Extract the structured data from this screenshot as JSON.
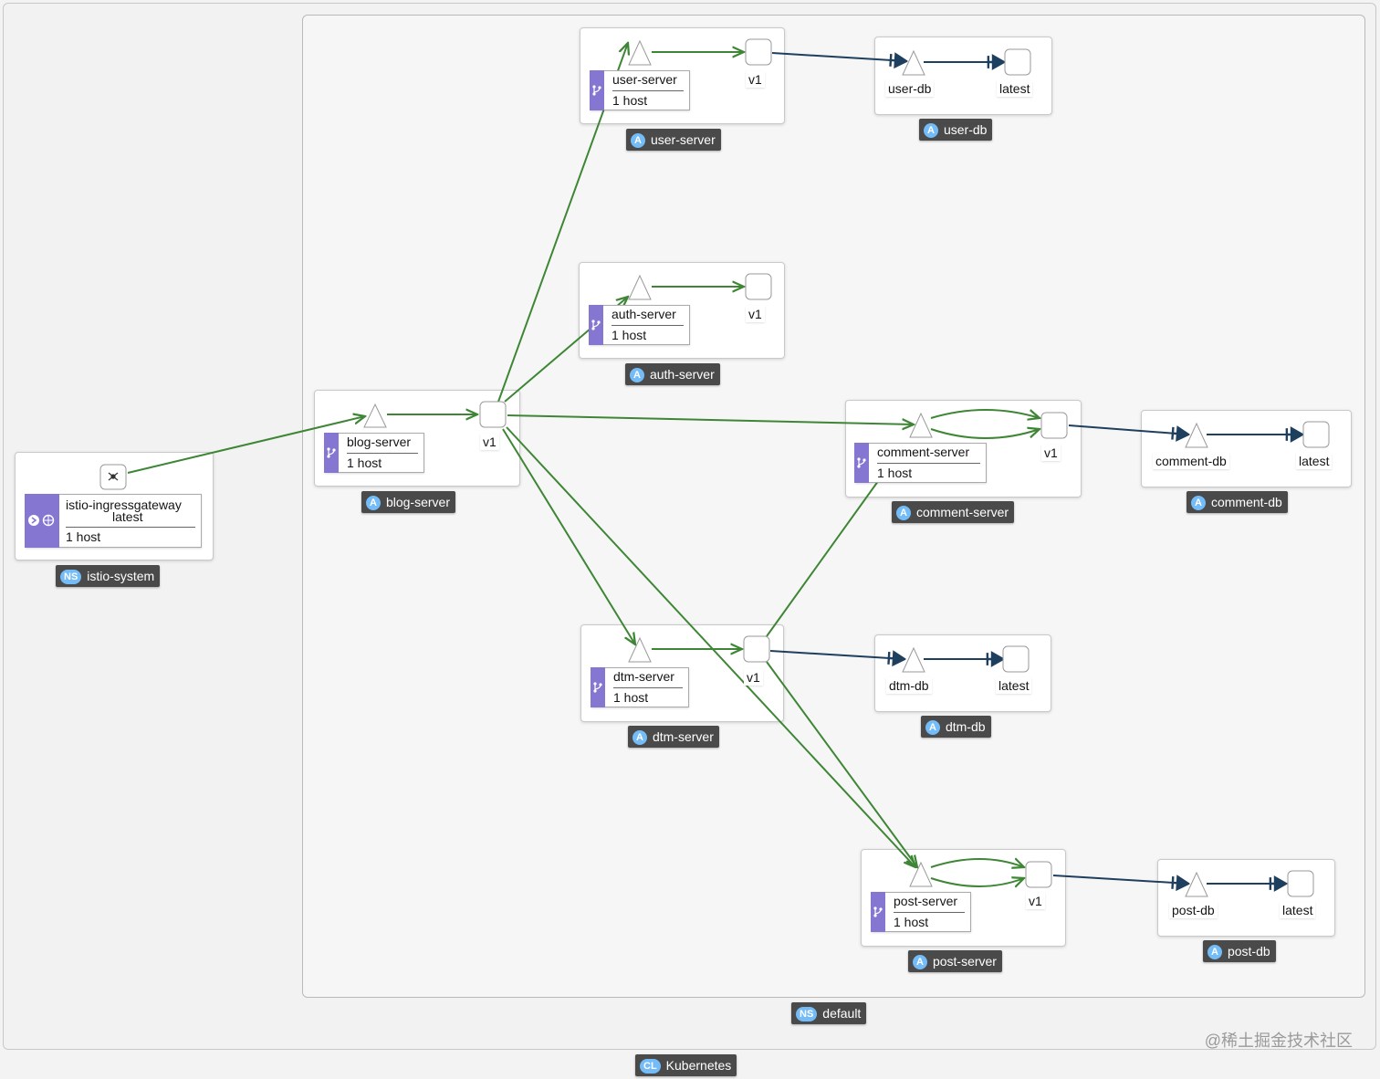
{
  "cluster": {
    "badge": "CL",
    "name": "Kubernetes"
  },
  "namespaces": {
    "istio_system": {
      "badge": "NS",
      "name": "istio-system"
    },
    "default": {
      "badge": "NS",
      "name": "default"
    }
  },
  "gateway": {
    "name": "istio-ingressgateway",
    "version": "latest",
    "hosts": "1 host"
  },
  "services": {
    "user_server": {
      "app_badge": "A",
      "app": "user-server",
      "service": "user-server",
      "hosts": "1 host",
      "version": "v1"
    },
    "auth_server": {
      "app_badge": "A",
      "app": "auth-server",
      "service": "auth-server",
      "hosts": "1 host",
      "version": "v1"
    },
    "blog_server": {
      "app_badge": "A",
      "app": "blog-server",
      "service": "blog-server",
      "hosts": "1 host",
      "version": "v1"
    },
    "comment_server": {
      "app_badge": "A",
      "app": "comment-server",
      "service": "comment-server",
      "hosts": "1 host",
      "version": "v1"
    },
    "dtm_server": {
      "app_badge": "A",
      "app": "dtm-server",
      "service": "dtm-server",
      "hosts": "1 host",
      "version": "v1"
    },
    "post_server": {
      "app_badge": "A",
      "app": "post-server",
      "service": "post-server",
      "hosts": "1 host",
      "version": "v1"
    }
  },
  "databases": {
    "user_db": {
      "app_badge": "A",
      "app": "user-db",
      "service": "user-db",
      "version": "latest"
    },
    "comment_db": {
      "app_badge": "A",
      "app": "comment-db",
      "service": "comment-db",
      "version": "latest"
    },
    "dtm_db": {
      "app_badge": "A",
      "app": "dtm-db",
      "service": "dtm-db",
      "version": "latest"
    },
    "post_db": {
      "app_badge": "A",
      "app": "post-db",
      "service": "post-db",
      "version": "latest"
    }
  },
  "colors": {
    "http_edge": "#3e8635",
    "tcp_edge": "#1f3f5f",
    "workload_bar": "#8476d1",
    "badge": "#73bcf7",
    "label_bg": "#4a4a4a"
  },
  "watermark": "@稀土掘金技术社区"
}
